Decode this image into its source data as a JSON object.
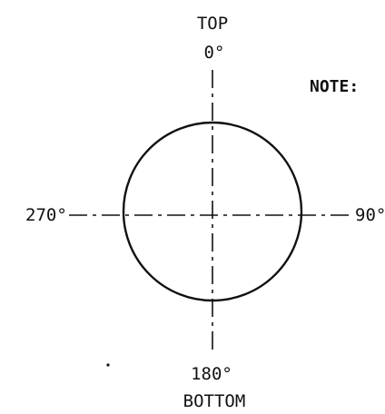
{
  "labels": {
    "top_word": "TOP",
    "top_angle": "0°",
    "right_angle": "90°",
    "bottom_angle": "180°",
    "bottom_word": "BOTTOM",
    "left_angle": "270°",
    "note": "NOTE:"
  },
  "colors": {
    "ink": "#111111",
    "background": "#ffffff"
  }
}
